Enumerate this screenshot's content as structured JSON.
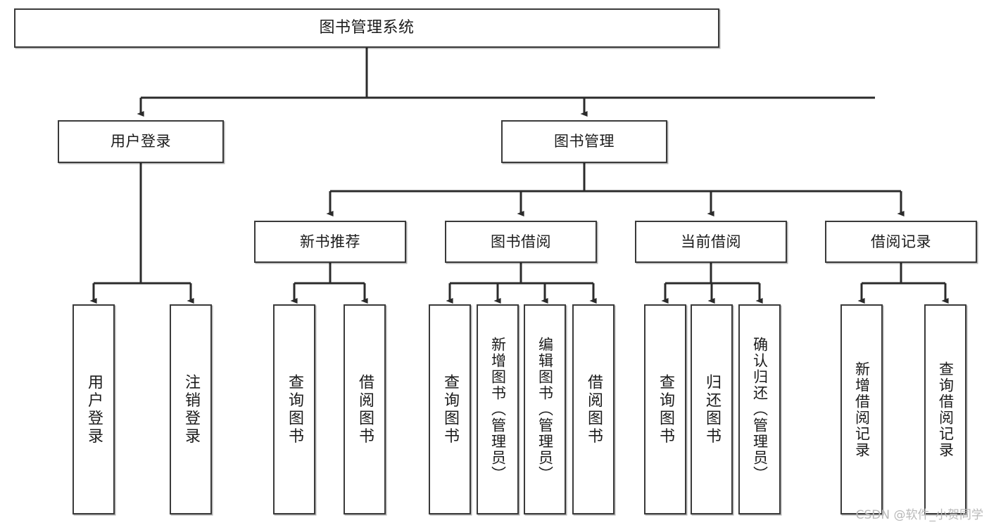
{
  "diagram": {
    "type": "tree-hierarchy-chart",
    "title": "图书管理系统",
    "orientation": "top-down",
    "colors": {
      "background": "#ffffff",
      "box_border": "#3a3a3a",
      "box_fill": "#ffffff",
      "connector": "#2b2b2b",
      "watermark": "#b9b9b9"
    }
  },
  "root": {
    "label": "图书管理系统"
  },
  "level2": [
    {
      "label": "用户登录"
    },
    {
      "label": "图书管理"
    }
  ],
  "level3": [
    {
      "label": "新书推荐"
    },
    {
      "label": "图书借阅"
    },
    {
      "label": "当前借阅"
    },
    {
      "label": "借阅记录"
    }
  ],
  "leaves": {
    "user_login": [
      {
        "label": "用户登录"
      },
      {
        "label": "注销登录"
      }
    ],
    "new_book_recommend": [
      {
        "label": "查询图书"
      },
      {
        "label": "借阅图书"
      }
    ],
    "book_borrow": [
      {
        "label": "查询图书"
      },
      {
        "label": "新增图书（管理员）"
      },
      {
        "label": "编辑图书（管理员）"
      },
      {
        "label": "借阅图书"
      }
    ],
    "current_borrow": [
      {
        "label": "查询图书"
      },
      {
        "label": "归还图书"
      },
      {
        "label": "确认归还（管理员）"
      }
    ],
    "borrow_record": [
      {
        "label": "新增借阅记录"
      },
      {
        "label": "查询借阅记录"
      }
    ]
  },
  "watermark": {
    "text": "CSDN @软件_小贺同学"
  }
}
